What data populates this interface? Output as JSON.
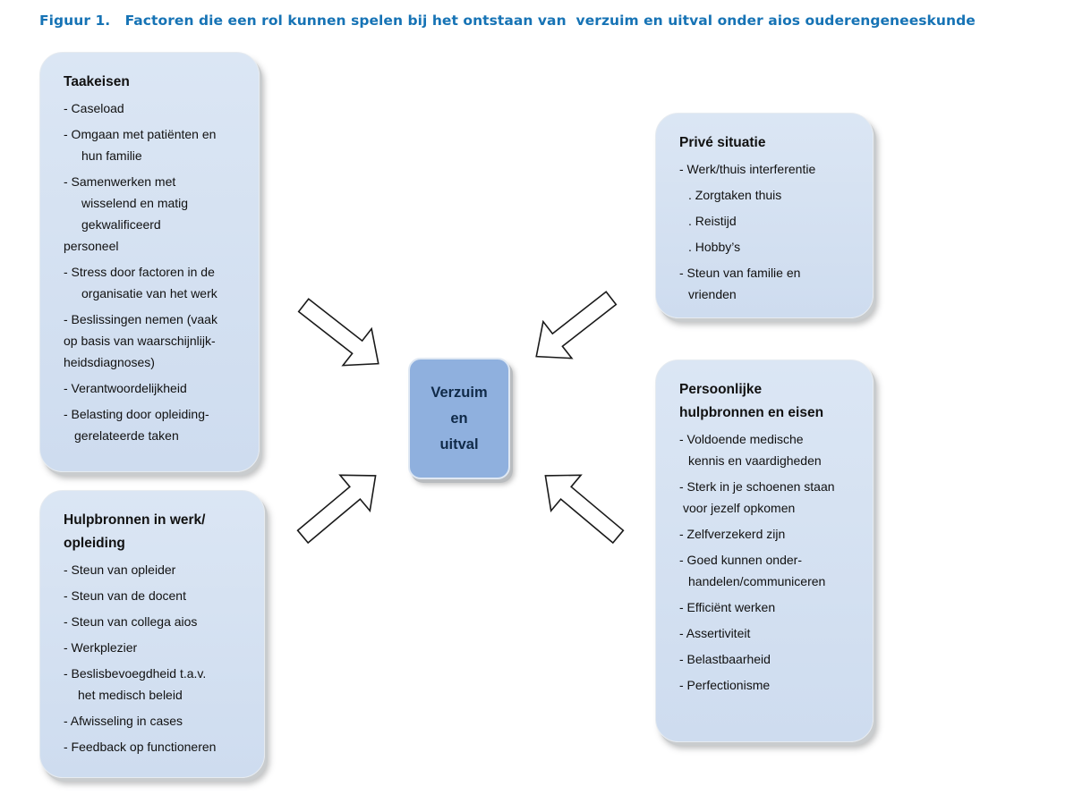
{
  "title": "Figuur 1.   Factoren die een rol kunnen spelen bij het ontstaan van  verzuim en uitval onder aios ouderengeneeskunde",
  "center": {
    "line1": "Verzuim",
    "line2": "en",
    "line3": "uitval"
  },
  "boxes": {
    "taakeisen": {
      "title": "Taakeisen",
      "items": [
        "- Caseload",
        "- Omgaan met patiënten en",
        "hun familie",
        "- Samenwerken met",
        "wisselend en matig",
        "gekwalificeerd",
        "personeel",
        "- Stress door factoren in de",
        "organisatie van het werk",
        "- Beslissingen nemen (vaak",
        "op basis van waarschijnlijk-",
        "heidsdiagnoses)",
        "- Verantwoordelijkheid",
        "- Belasting door opleiding-",
        "gerelateerde taken"
      ]
    },
    "hulpbronnen": {
      "title": "Hulpbronnen in werk/",
      "title2": "opleiding",
      "items": [
        "- Steun van opleider",
        "- Steun van de docent",
        "- Steun van collega aios",
        "- Werkplezier",
        "- Beslisbevoegdheid t.a.v.",
        "het medisch beleid",
        "- Afwisseling in cases",
        "- Feedback op functioneren"
      ]
    },
    "prive": {
      "title": "Privé situatie",
      "items": [
        "- Werk/thuis interferentie",
        ". Zorgtaken thuis",
        ". Reistijd",
        ". Hobby’s",
        "- Steun van familie en",
        "vrienden"
      ]
    },
    "persoonlijk": {
      "title": "Persoonlijke",
      "title2": "hulpbronnen en eisen",
      "items": [
        "- Voldoende medische",
        "kennis en vaardigheden",
        "- Sterk in je schoenen staan",
        "voor jezelf opkomen",
        "- Zelfverzekerd zijn",
        "- Goed kunnen onder-",
        "handelen/communiceren",
        "- Efficiënt werken",
        "- Assertiviteit",
        "- Belastbaarheid",
        "- Perfectionisme"
      ]
    }
  }
}
